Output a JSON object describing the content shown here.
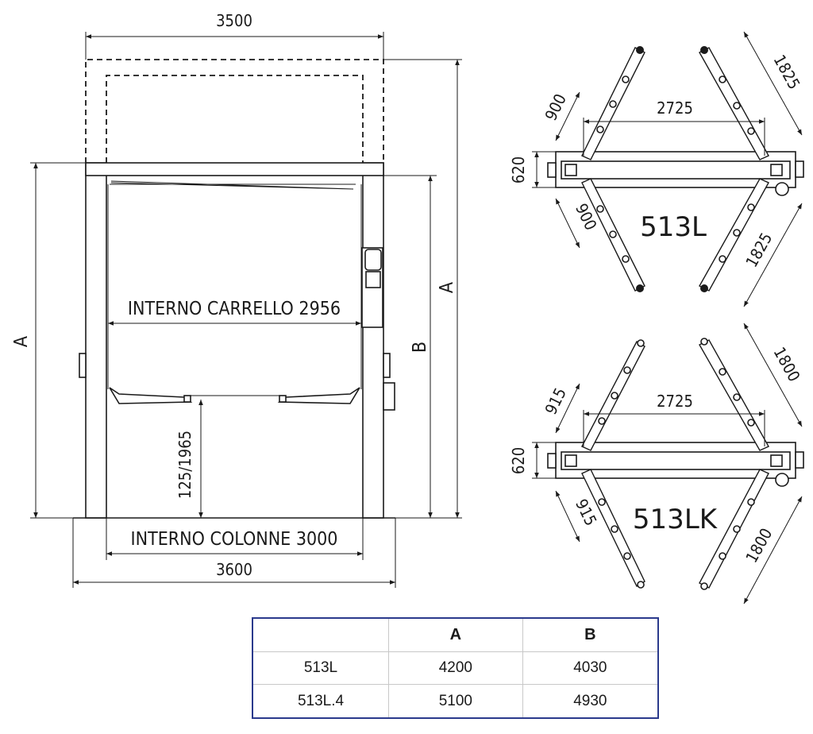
{
  "front_view": {
    "width_top": "3500",
    "height_a_left": "A",
    "height_a_right": "A",
    "height_b": "B",
    "interno_carrello": "INTERNO CARRELLO 2956",
    "pad_height": "125/1965",
    "interno_colonne": "INTERNO COLONNE 3000",
    "width_base": "3600"
  },
  "top_views": [
    {
      "model": "513L",
      "arm_short_top": "900",
      "arm_short_bottom": "900",
      "arm_long_top": "1825",
      "arm_long_bottom": "1825",
      "span": "2725",
      "carriage_depth": "620"
    },
    {
      "model": "513LK",
      "arm_short_top": "915",
      "arm_short_bottom": "915",
      "arm_long_top": "1800",
      "arm_long_bottom": "1800",
      "span": "2725",
      "carriage_depth": "620"
    }
  ],
  "table": {
    "headers": [
      "",
      "A",
      "B"
    ],
    "rows": [
      [
        "513L",
        "4200",
        "4030"
      ],
      [
        "513L.4",
        "5100",
        "4930"
      ]
    ]
  }
}
